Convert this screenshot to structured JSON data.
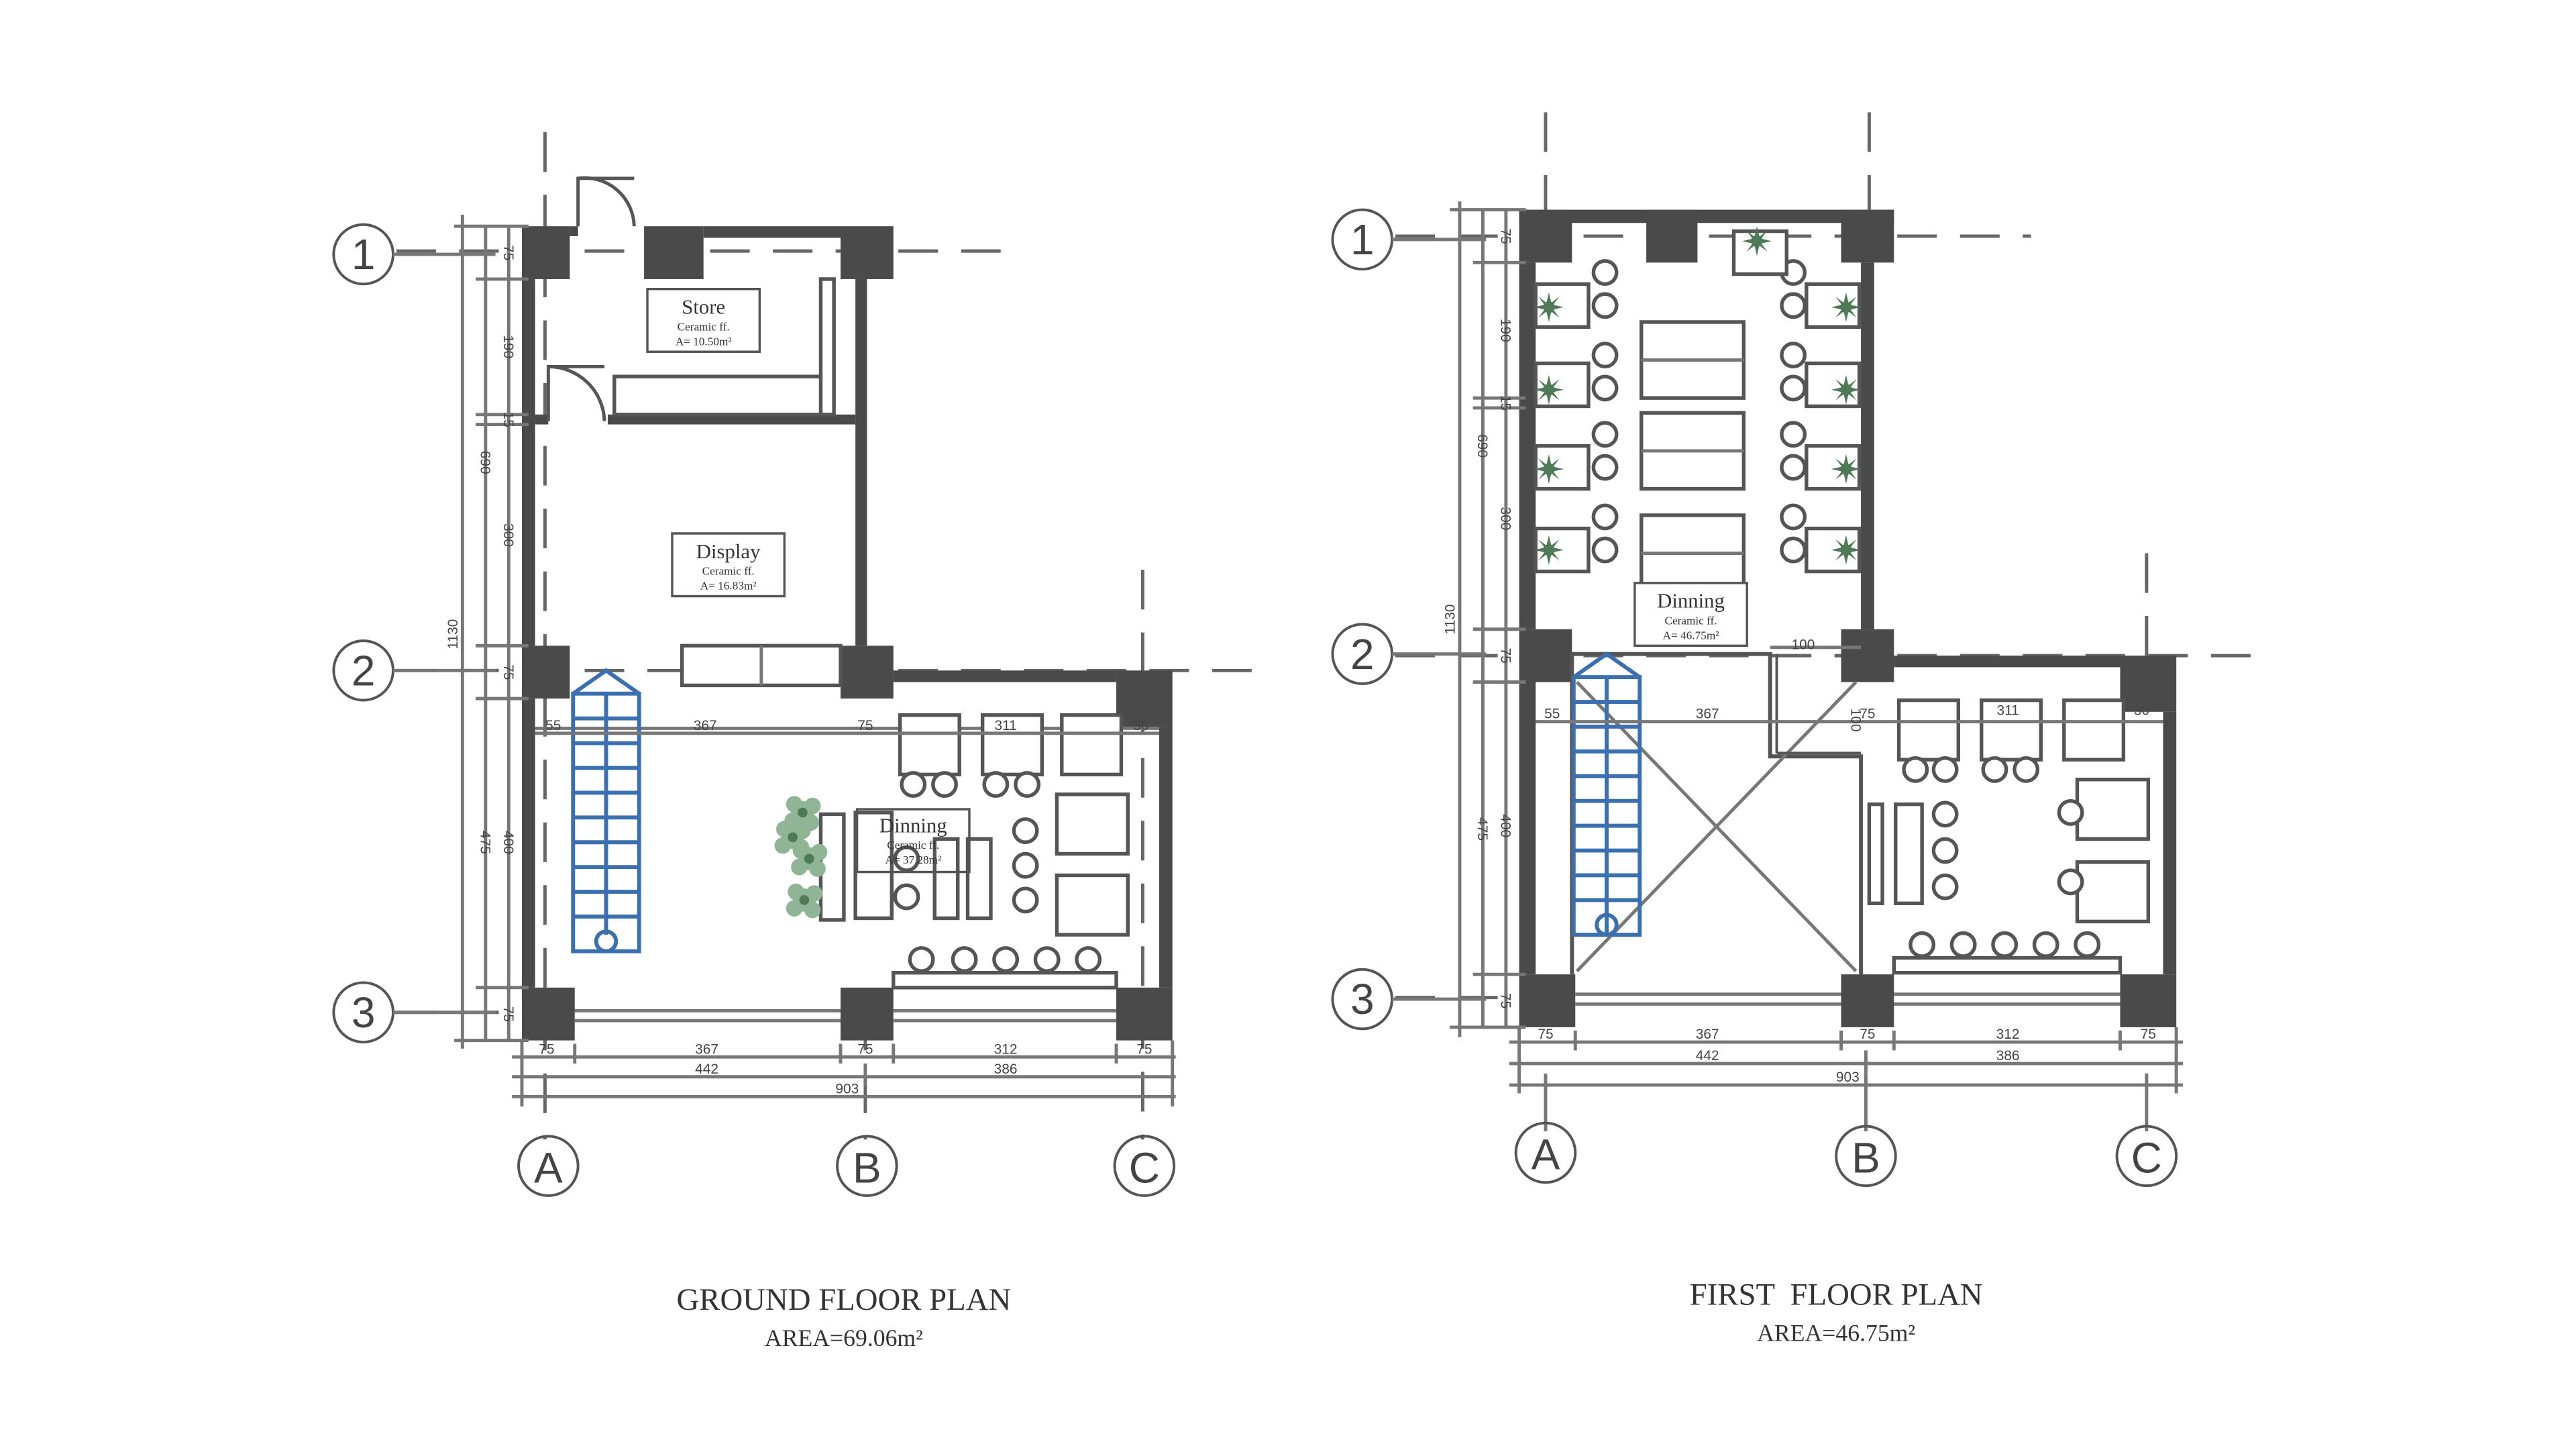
{
  "ground": {
    "grid_rows": [
      "1",
      "2",
      "3"
    ],
    "grid_cols": [
      "A",
      "B",
      "C"
    ],
    "rooms": {
      "store": {
        "name": "Store",
        "finish": "Ceramic ff.",
        "area": "A= 10.50m²"
      },
      "display": {
        "name": "Display",
        "finish": "Ceramic ff.",
        "area": "A= 16.83m²"
      },
      "dining": {
        "name": "Dinning",
        "finish": "Ceramic ff.",
        "area": "A= 37.28m²"
      }
    },
    "dims": {
      "v_75a": "75",
      "v_190": "190",
      "v_15": "15",
      "v_300": "300",
      "v_75b": "75",
      "v_400": "400",
      "v_75c": "75",
      "v_690": "690",
      "v_475": "475",
      "v_1130": "1130",
      "h_55": "55",
      "h_367_inner": "367",
      "h_75_inner": "75",
      "h_311": "311",
      "h_30": "30",
      "b_75a": "75",
      "b_367": "367",
      "b_75b": "75",
      "b_312": "312",
      "b_75c": "75",
      "b_442": "442",
      "b_386": "386",
      "b_903": "903"
    },
    "title": "GROUND FLOOR PLAN",
    "area": "AREA=69.06m²"
  },
  "first": {
    "grid_rows": [
      "1",
      "2",
      "3"
    ],
    "grid_cols": [
      "A",
      "B",
      "C"
    ],
    "rooms": {
      "dining": {
        "name": "Dinning",
        "finish": "Ceramic ff.",
        "area": "A= 46.75m²"
      }
    },
    "dims": {
      "v_75a": "75",
      "v_190": "190",
      "v_15": "15",
      "v_300": "300",
      "v_75b": "75",
      "v_400": "400",
      "v_75c": "75",
      "v_690": "690",
      "v_475": "475",
      "v_1130": "1130",
      "h_55": "55",
      "h_367_inner": "367",
      "h_75_inner": "75",
      "h_311": "311",
      "h_30": "30",
      "h_100": "100",
      "h_100v": "100",
      "b_75a": "75",
      "b_367": "367",
      "b_75b": "75",
      "b_312": "312",
      "b_75c": "75",
      "b_442": "442",
      "b_386": "386",
      "b_903": "903"
    },
    "title": "FIRST  FLOOR PLAN",
    "area": "AREA=46.75m²"
  }
}
